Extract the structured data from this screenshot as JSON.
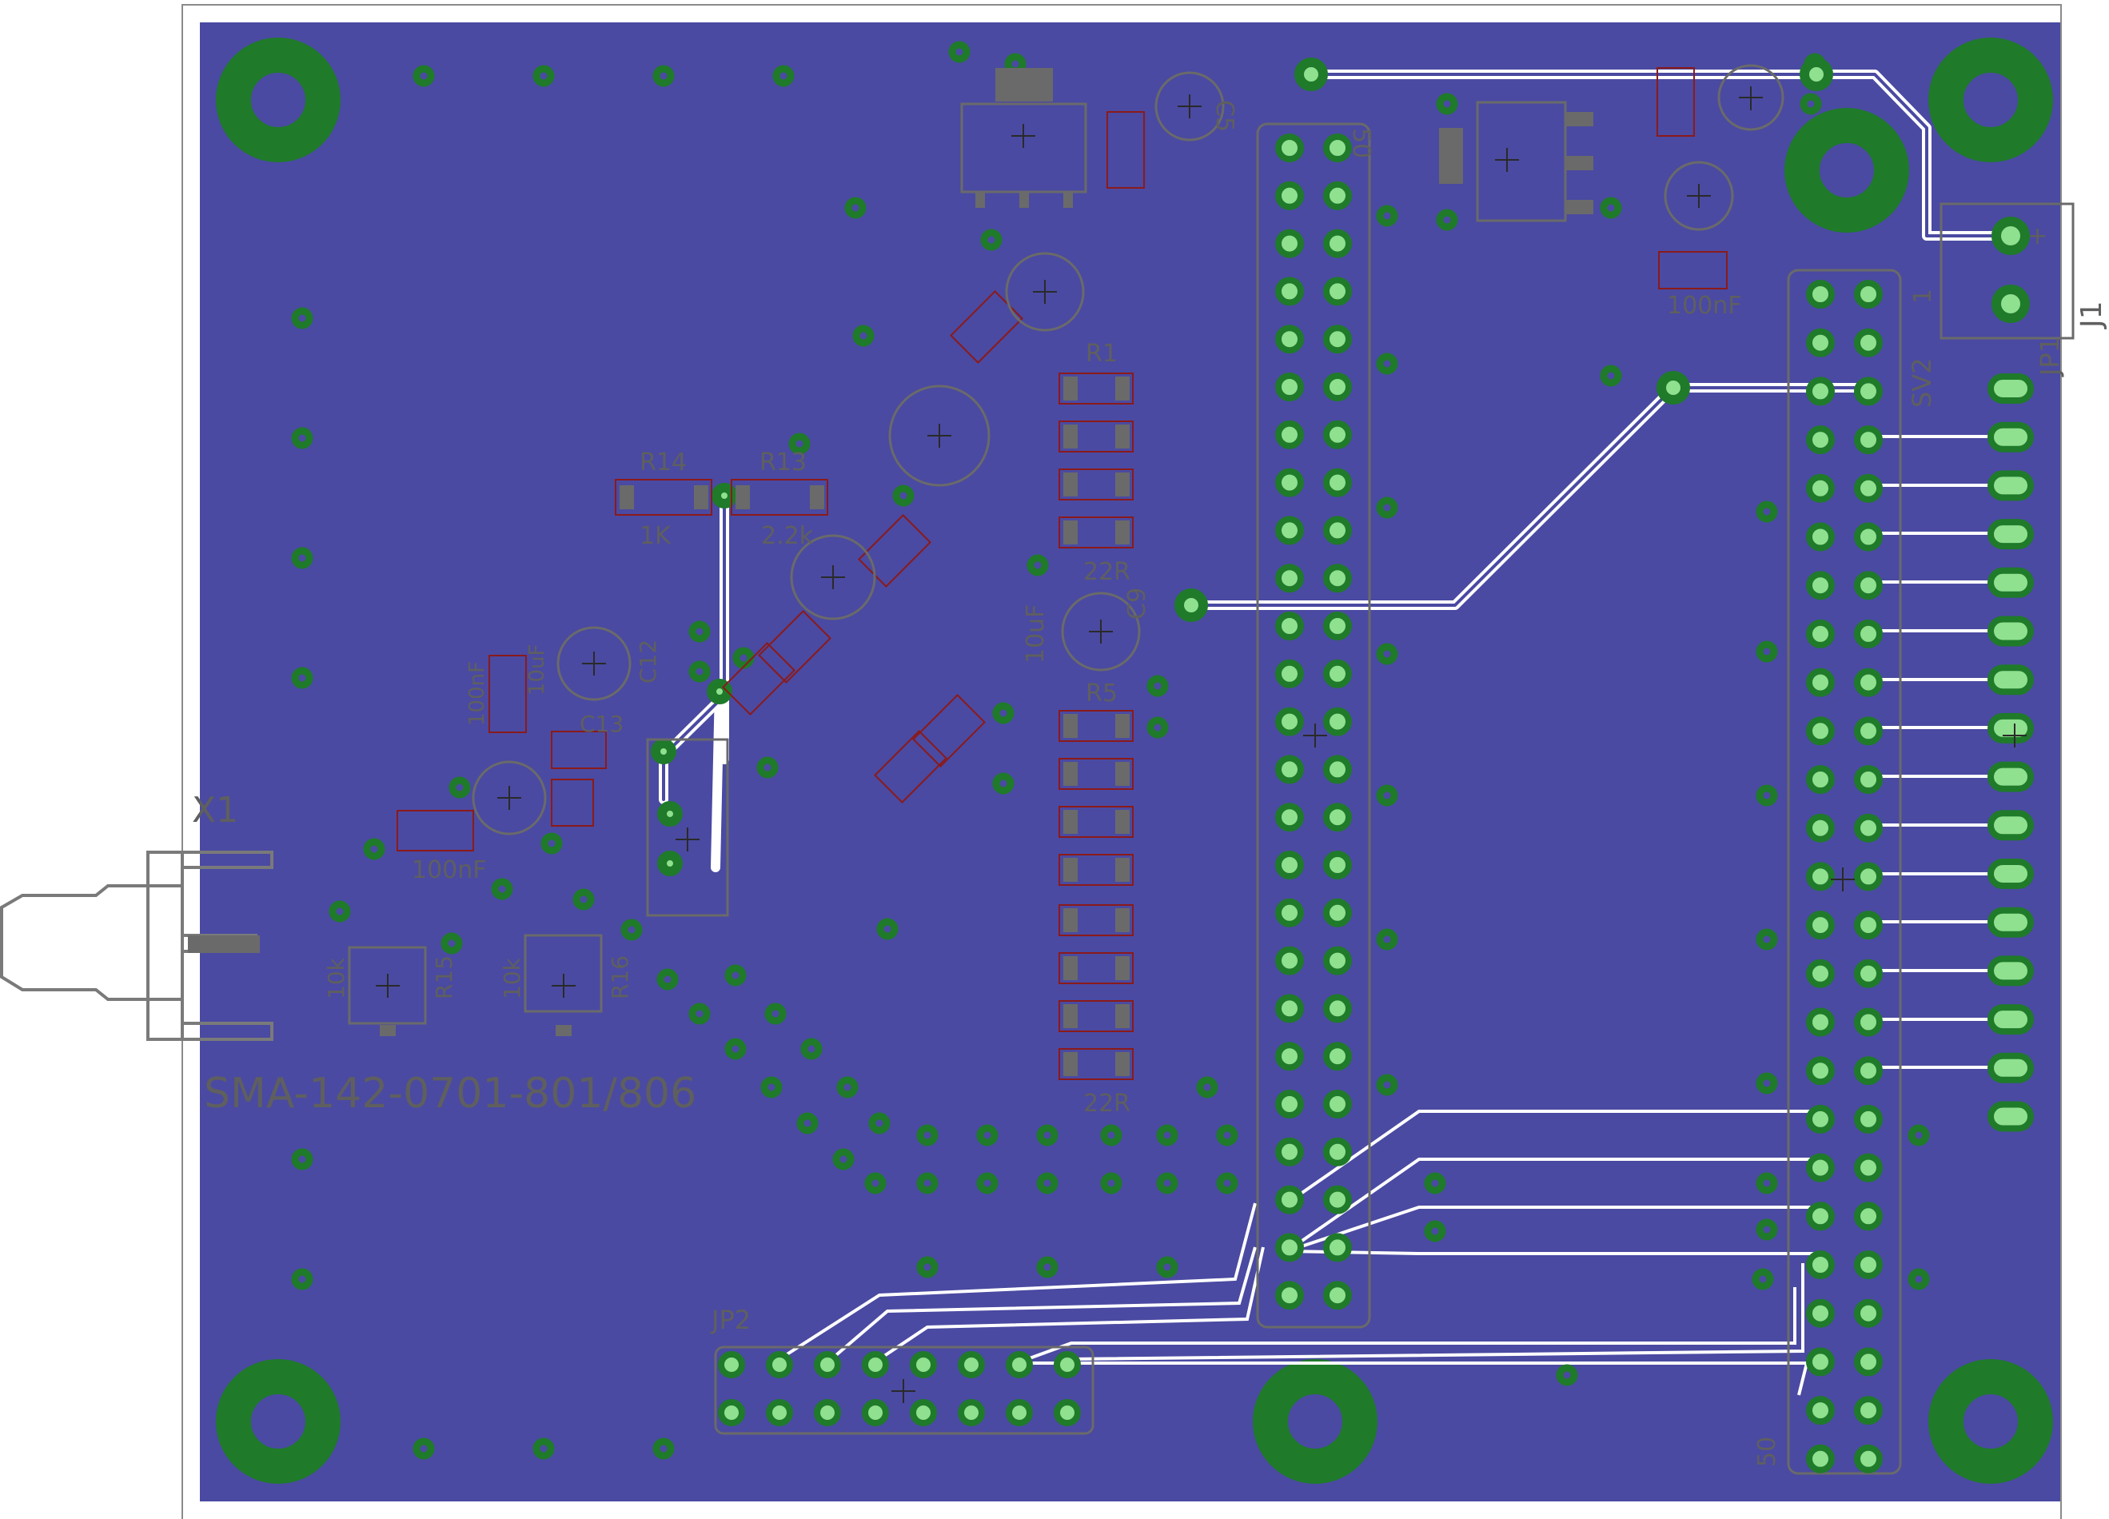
{
  "colors": {
    "board": "#4a4aa2",
    "outline": "#8a8a8a",
    "copper": "#1f7a2a",
    "pad": "#8fe08f",
    "trace": "#ffffff",
    "silk": "#5f5f5f",
    "part": "#8b1a1a"
  },
  "connector": {
    "name": "X1",
    "value": "SMA-142-0701-801/806"
  },
  "labels": {
    "jp1": "JP1",
    "jp2": "JP2",
    "sv2": "SV2",
    "j1": "J1",
    "r1": "R1",
    "r5": "R5",
    "r13": "R13",
    "r14": "R14",
    "r15": "R15",
    "r16": "R16",
    "c5": "C5",
    "c9": "C9",
    "c12": "C12",
    "c13": "C13",
    "r14_val": "1K",
    "r13_val": "2.2k",
    "r_val_22r_a": "22R",
    "r_val_22r_b": "22R",
    "cap_10uf_a": "10uF",
    "cap_10uf_b": "10uF",
    "cap_100nf_a": "100nF",
    "cap_100nf_b": "100nF",
    "cap_100nf_c": "100nF",
    "r15_val": "10k",
    "r16_val": "10k",
    "pin_1": "1",
    "pin_50_a": "50",
    "pin_50_b": "50",
    "plus_j1": "+"
  }
}
